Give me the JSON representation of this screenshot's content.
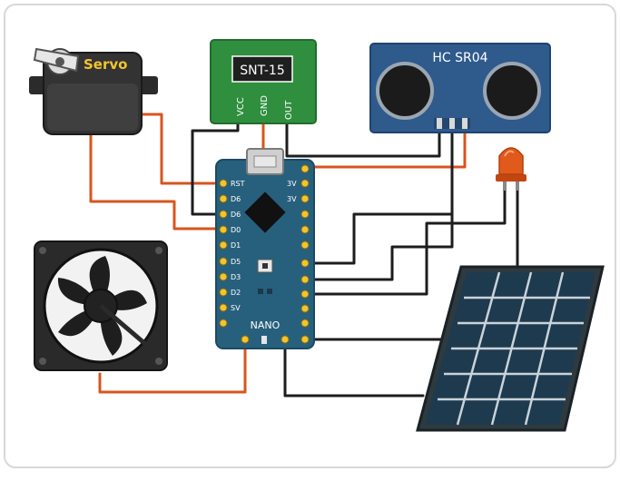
{
  "servo": {
    "label": "Servo"
  },
  "sensor": {
    "label": "SNT-15",
    "pins": [
      "VCC",
      "GND",
      "OUT"
    ]
  },
  "ultrasonic": {
    "label": "HC SR04"
  },
  "board": {
    "label": "NANO",
    "left_pins": [
      "RST",
      "D6",
      "D6",
      "D0",
      "D1",
      "D5",
      "D3",
      "D2",
      "SV"
    ],
    "right_pins": [
      "3V",
      "3V"
    ]
  },
  "colors": {
    "wire_orange": "#d9541e",
    "wire_black": "#1d1d1d",
    "board_blue": "#27607d",
    "sensor_green": "#2f8f3e",
    "ultrasonic_blue": "#2e5a8c",
    "led_red": "#e05a1c"
  },
  "icons": [
    "servo-motor",
    "cooling-fan",
    "led",
    "solar-panel"
  ]
}
